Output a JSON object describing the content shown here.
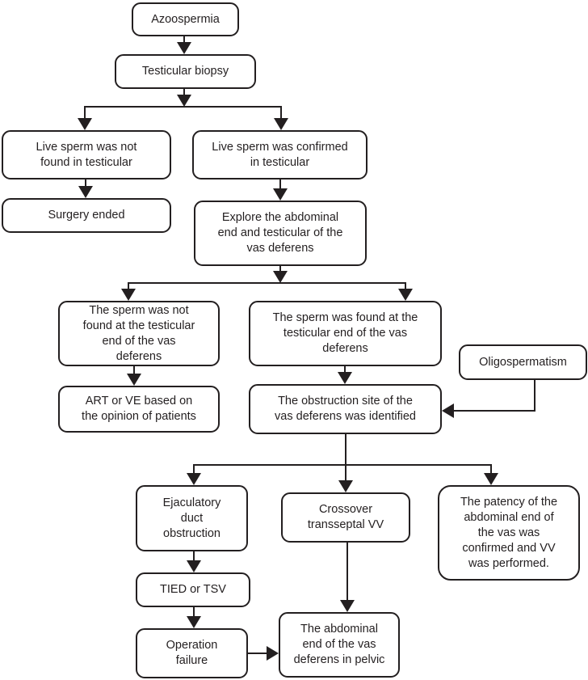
{
  "diagram": {
    "title": "Azoospermia surgical decision flowchart",
    "colors": {
      "line": "#231f20",
      "box_border": "#231f20",
      "box_fill": "#ffffff",
      "text": "#231f20",
      "background": "#ffffff"
    },
    "nodes": {
      "azoospermia": {
        "label": "Azoospermia"
      },
      "testicular_biopsy": {
        "label": "Testicular biopsy"
      },
      "live_sperm_not_found": {
        "label": "Live sperm was not\nfound in testicular"
      },
      "live_sperm_confirmed": {
        "label": "Live sperm was confirmed\nin testicular"
      },
      "surgery_ended": {
        "label": "Surgery ended"
      },
      "explore_abdominal": {
        "label": "Explore the abdominal\nend and testicular of the\nvas deferens"
      },
      "sperm_not_found_end": {
        "label": "The sperm was not\nfound at the testicular\nend of the vas\ndeferens"
      },
      "sperm_found_end": {
        "label": "The sperm was found at the\ntesticular end of the vas\ndeferens"
      },
      "oligospermatism": {
        "label": "Oligospermatism"
      },
      "art_or_ve": {
        "label": "ART or VE based on\nthe opinion of patients"
      },
      "obstruction_site": {
        "label": "The obstruction site of the\nvas deferens was identified"
      },
      "ejaculatory_duct": {
        "label": "Ejaculatory\nduct\nobstruction"
      },
      "crossover_vv": {
        "label": "Crossover\ntransseptal VV"
      },
      "patency_confirmed": {
        "label": "The patency of the\nabdominal end of\nthe vas was\nconfirmed and VV\nwas performed."
      },
      "tied_tsv": {
        "label": "TIED or TSV"
      },
      "operation_failure": {
        "label": "Operation\nfailure"
      },
      "abdominal_pelvic": {
        "label": "The abdominal\nend of the vas\ndeferens in pelvic"
      }
    },
    "edges": [
      {
        "from": "azoospermia",
        "to": "testicular_biopsy"
      },
      {
        "from": "testicular_biopsy",
        "to": "live_sperm_not_found"
      },
      {
        "from": "testicular_biopsy",
        "to": "live_sperm_confirmed"
      },
      {
        "from": "live_sperm_not_found",
        "to": "surgery_ended"
      },
      {
        "from": "live_sperm_confirmed",
        "to": "explore_abdominal"
      },
      {
        "from": "explore_abdominal",
        "to": "sperm_not_found_end"
      },
      {
        "from": "explore_abdominal",
        "to": "sperm_found_end"
      },
      {
        "from": "sperm_not_found_end",
        "to": "art_or_ve"
      },
      {
        "from": "sperm_found_end",
        "to": "obstruction_site"
      },
      {
        "from": "oligospermatism",
        "to": "obstruction_site"
      },
      {
        "from": "obstruction_site",
        "to": "ejaculatory_duct"
      },
      {
        "from": "obstruction_site",
        "to": "crossover_vv"
      },
      {
        "from": "obstruction_site",
        "to": "patency_confirmed"
      },
      {
        "from": "ejaculatory_duct",
        "to": "tied_tsv"
      },
      {
        "from": "tied_tsv",
        "to": "operation_failure"
      },
      {
        "from": "crossover_vv",
        "to": "abdominal_pelvic"
      },
      {
        "from": "operation_failure",
        "to": "abdominal_pelvic"
      }
    ]
  }
}
